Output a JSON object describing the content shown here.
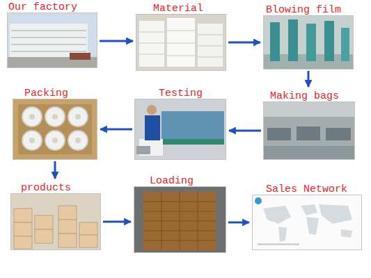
{
  "diagram": {
    "nodes": [
      {
        "text": [
          "Our factory"
        ]
      },
      {
        "text": [
          "Material"
        ]
      },
      {
        "text": [
          "Blowing film"
        ]
      },
      {
        "text": [
          "Making bags"
        ]
      },
      {
        "text": [
          "Testing"
        ]
      },
      {
        "text": [
          "Packing"
        ]
      },
      {
        "text": [
          "products"
        ]
      },
      {
        "text": [
          "Loading"
        ]
      },
      {
        "text": [
          "Sales Network"
        ]
      }
    ],
    "edges": [
      {
        "from": 0,
        "to": 1,
        "arrow": "to"
      },
      {
        "from": 1,
        "to": 2,
        "arrow": "to"
      },
      {
        "from": 2,
        "to": 3,
        "arrow": "to"
      },
      {
        "from": 3,
        "to": 4,
        "arrow": "to"
      },
      {
        "from": 4,
        "to": 5,
        "arrow": "to"
      },
      {
        "from": 5,
        "to": 6,
        "arrow": "to"
      },
      {
        "from": 6,
        "to": 7,
        "arrow": "to"
      },
      {
        "from": 7,
        "to": 8,
        "arrow": "to"
      }
    ]
  }
}
